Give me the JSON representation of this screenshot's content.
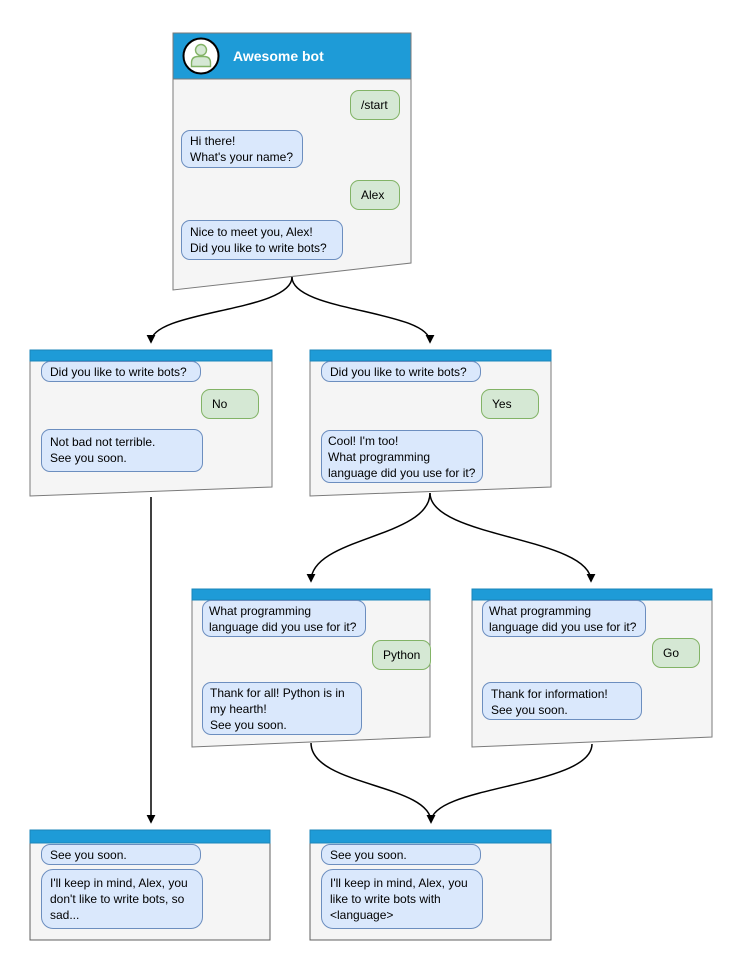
{
  "diagram": {
    "kind": "chatbot-conversation-flowchart",
    "colors": {
      "titlebar_blue": "#1e9bd7",
      "window_fill": "#f5f5f5",
      "window_border": "#7a7a7a",
      "bot_bubble_fill": "#dae8fc",
      "bot_bubble_border": "#6c8ebf",
      "user_bubble_fill": "#d5e8d4",
      "user_bubble_border": "#82b366",
      "connector": "#000000"
    }
  },
  "windows": {
    "main": {
      "title": "Awesome bot",
      "avatar_icon": "person-icon",
      "messages": [
        {
          "from": "user",
          "text": "/start"
        },
        {
          "from": "bot",
          "text": "Hi there!\nWhat's your name?"
        },
        {
          "from": "user",
          "text": "Alex"
        },
        {
          "from": "bot",
          "text": "Nice to meet you, Alex!\nDid you like to write bots?"
        }
      ]
    },
    "branch_no": {
      "messages": [
        {
          "from": "bot",
          "text": "Did you like to write bots?"
        },
        {
          "from": "user",
          "text": "No"
        },
        {
          "from": "bot",
          "text": "Not bad not terrible.\nSee you soon."
        }
      ]
    },
    "branch_yes": {
      "messages": [
        {
          "from": "bot",
          "text": "Did you like to write bots?"
        },
        {
          "from": "user",
          "text": "Yes"
        },
        {
          "from": "bot",
          "text": "Cool! I'm too!\nWhat programming\nlanguage did you use for it?"
        }
      ]
    },
    "lang_python": {
      "messages": [
        {
          "from": "bot",
          "text": "What programming\nlanguage did you use for it?"
        },
        {
          "from": "user",
          "text": "Python"
        },
        {
          "from": "bot",
          "text": "Thank for all! Python is in\nmy hearth!\nSee you soon."
        }
      ]
    },
    "lang_go": {
      "messages": [
        {
          "from": "bot",
          "text": "What programming\nlanguage did you use for it?"
        },
        {
          "from": "user",
          "text": "Go"
        },
        {
          "from": "bot",
          "text": "Thank for information!\nSee you soon."
        }
      ]
    },
    "end_no": {
      "messages": [
        {
          "from": "bot",
          "text": "See you soon."
        },
        {
          "from": "bot",
          "text": "I'll keep in mind, Alex, you\ndon't like to write bots, so\nsad..."
        }
      ]
    },
    "end_yes": {
      "messages": [
        {
          "from": "bot",
          "text": "See you soon."
        },
        {
          "from": "bot",
          "text": "I'll keep in mind, Alex, you\nlike to write bots with\n<language>"
        }
      ]
    }
  }
}
